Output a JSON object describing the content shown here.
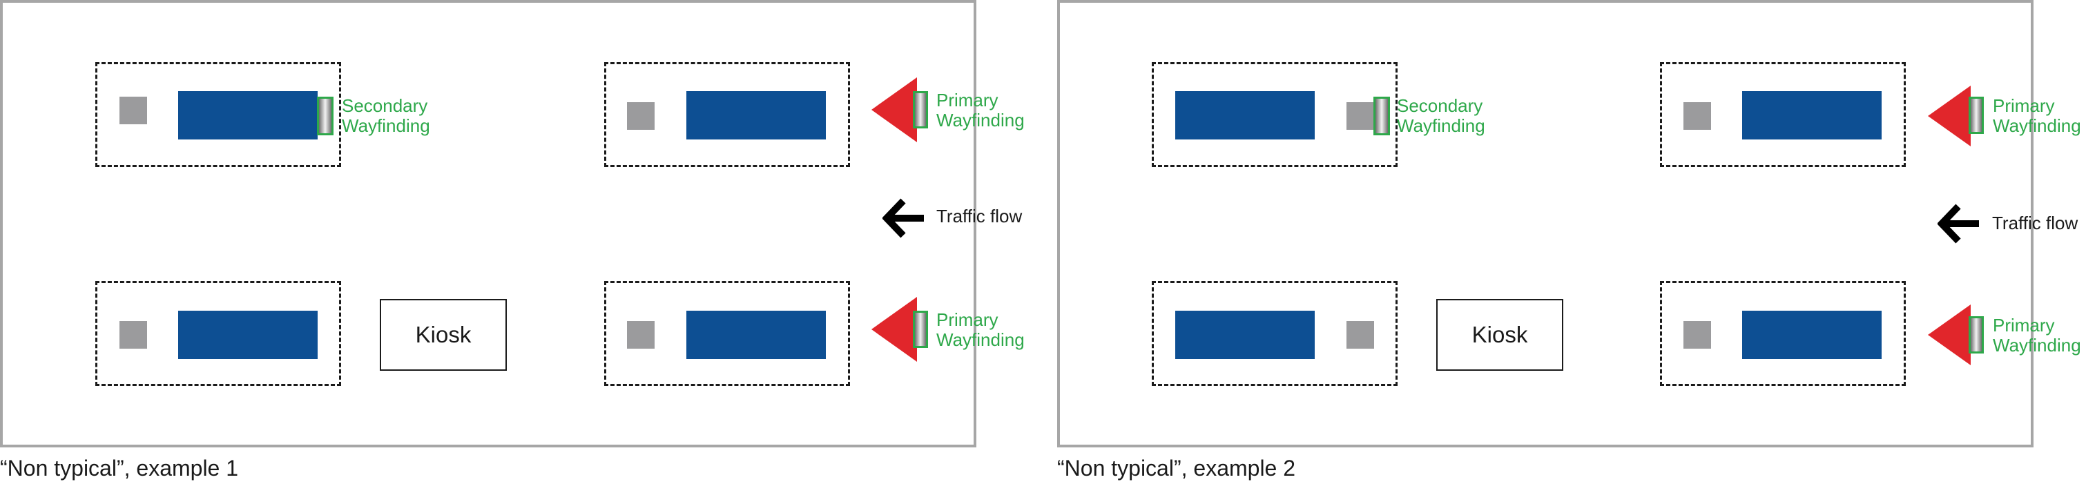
{
  "colors": {
    "frame": "#a6a6a6",
    "display": "#0d4f93",
    "device": "#9b9b9d",
    "wayfinding_text": "#2ea84a",
    "primary_arrow": "#e1262b",
    "traffic_arrow": "#000000"
  },
  "examples": [
    {
      "caption": "“Non typical”, example 1",
      "kiosk_label": "Kiosk",
      "secondary_label": [
        "Secondary",
        "Wayfinding"
      ],
      "primary_top_label": [
        "Primary",
        "Wayfinding"
      ],
      "primary_bottom_label": [
        "Primary",
        "Wayfinding"
      ],
      "traffic_label": "Traffic flow"
    },
    {
      "caption": "“Non typical”, example 2",
      "kiosk_label": "Kiosk",
      "secondary_label": [
        "Secondary",
        "Wayfinding"
      ],
      "primary_top_label": [
        "Primary",
        "Wayfinding"
      ],
      "primary_bottom_label": [
        "Primary",
        "Wayfinding"
      ],
      "traffic_label": "Traffic flow"
    }
  ],
  "icons": {
    "traffic": "arrow-left-icon",
    "primary": "triangle-left-icon",
    "sign": "wayfinding-sign-icon"
  }
}
